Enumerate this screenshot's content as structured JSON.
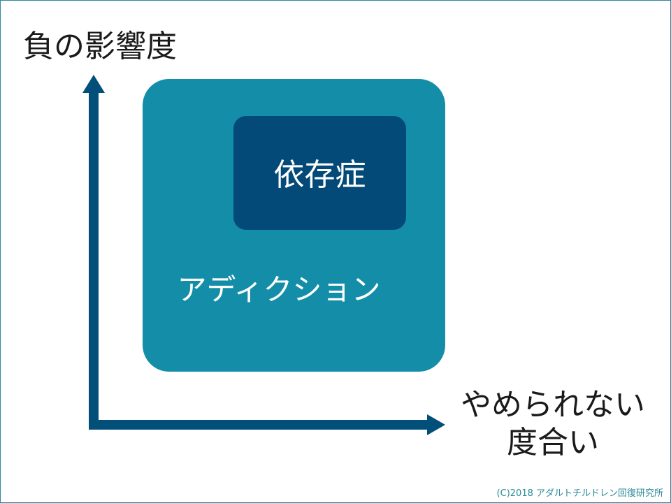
{
  "diagram": {
    "y_axis_label": "負の影響度",
    "x_axis_label": [
      "やめられない",
      "度合い"
    ],
    "outer_region": {
      "label": "アディクション",
      "color": "#148ea8"
    },
    "inner_region": {
      "label": "依存症",
      "color": "#034a78"
    },
    "axis_color": "#024f7a",
    "copyright": "(C)2018 アダルトチルドレン回復研究所"
  }
}
